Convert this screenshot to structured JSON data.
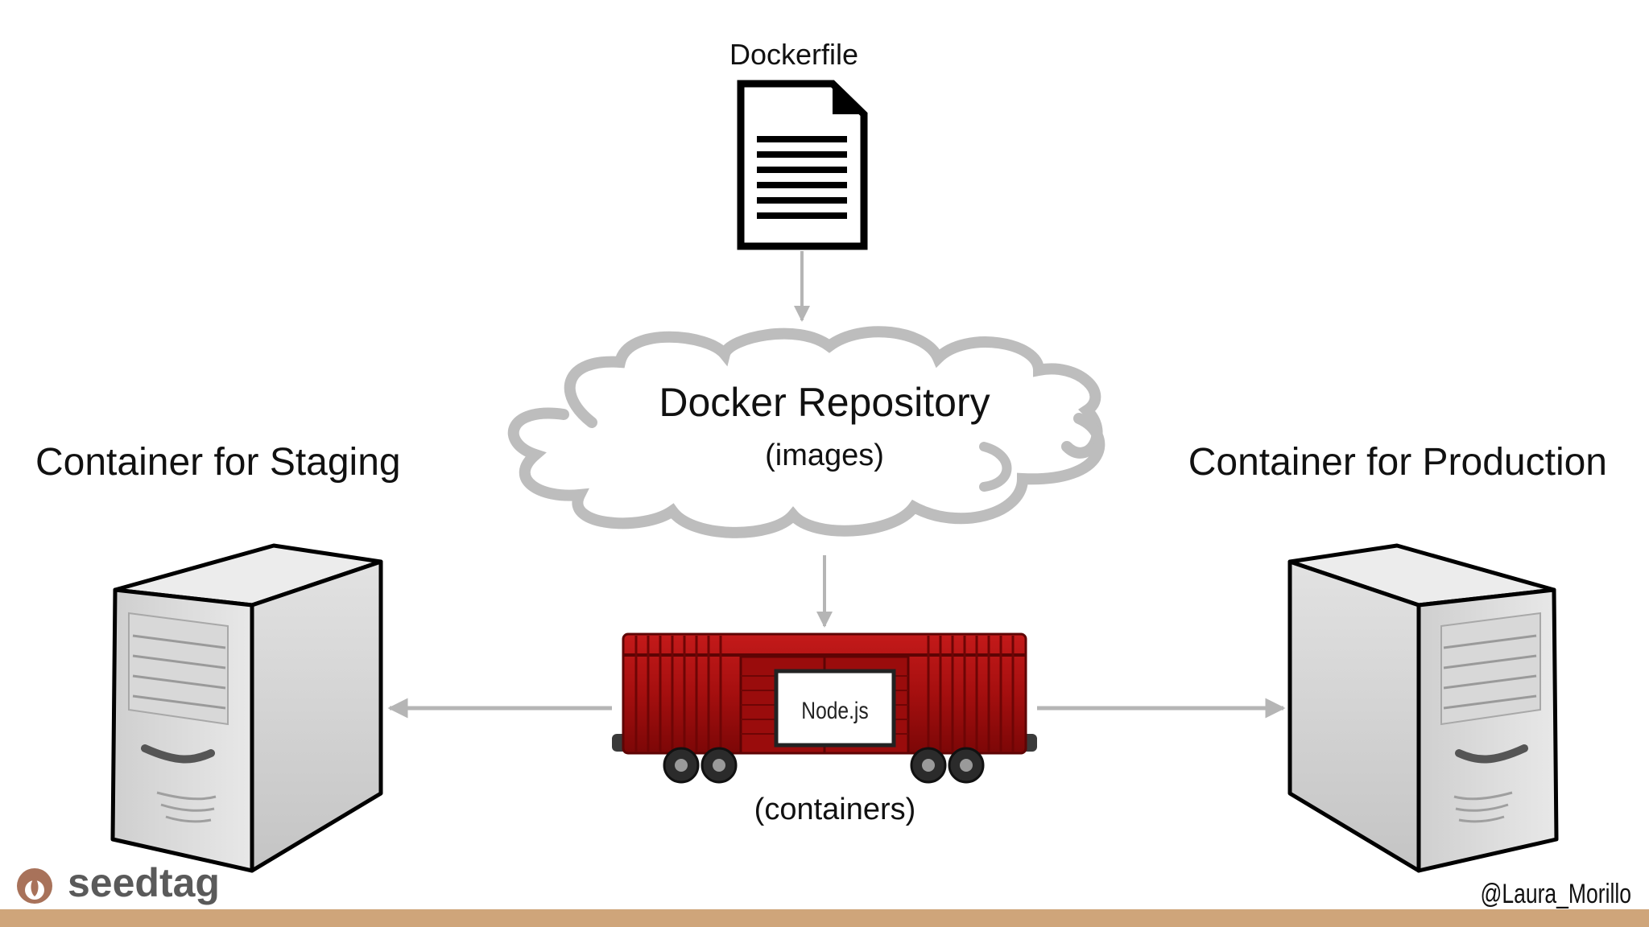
{
  "dockerfile": {
    "label": "Dockerfile",
    "icon": "document-icon"
  },
  "repository": {
    "title": "Docker Repository",
    "subtitle": "(images)",
    "icon": "cloud-icon"
  },
  "container": {
    "badge": "Node.js",
    "caption": "(containers)",
    "icon": "freight-car-icon"
  },
  "staging": {
    "label": "Container for Staging",
    "icon": "server-tower-icon"
  },
  "production": {
    "label": "Container for Production",
    "icon": "server-tower-icon"
  },
  "brand": {
    "name": "seedtag",
    "icon": "seedtag-logo-icon"
  },
  "handle": {
    "text": "@Laura_Morillo"
  },
  "colors": {
    "arrow": "#b5b5b5",
    "cloud": "#bdbdbd",
    "car_red": "#b01212",
    "server_grey": "#d6d6d6",
    "footer_bar": "#cfa57a",
    "brand_brown": "#a8725a",
    "brand_text": "#5a5a5a"
  }
}
